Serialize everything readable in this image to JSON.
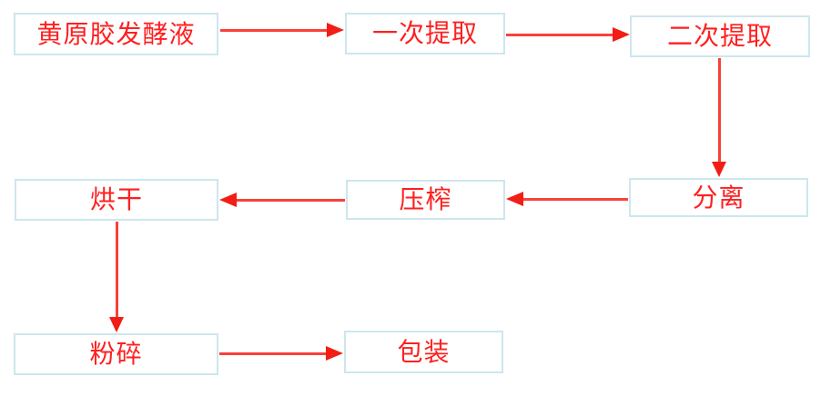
{
  "diagram": {
    "type": "flowchart",
    "background": "#ffffff"
  },
  "nodes": [
    {
      "id": "fermentation-broth",
      "label": "黄原胶发酵液"
    },
    {
      "id": "first-extraction",
      "label": "一次提取"
    },
    {
      "id": "second-extraction",
      "label": "二次提取"
    },
    {
      "id": "drying",
      "label": "烘干"
    },
    {
      "id": "pressing",
      "label": "压榨"
    },
    {
      "id": "separation",
      "label": "分离"
    },
    {
      "id": "crushing",
      "label": "粉碎"
    },
    {
      "id": "packaging",
      "label": "包装"
    }
  ],
  "edges": [
    {
      "from": "黄原胶发酵液",
      "to": "一次提取",
      "direction": "right"
    },
    {
      "from": "一次提取",
      "to": "二次提取",
      "direction": "right"
    },
    {
      "from": "二次提取",
      "to": "分离",
      "direction": "down"
    },
    {
      "from": "分离",
      "to": "压榨",
      "direction": "left"
    },
    {
      "from": "压榨",
      "to": "烘干",
      "direction": "left"
    },
    {
      "from": "烘干",
      "to": "粉碎",
      "direction": "down"
    },
    {
      "from": "粉碎",
      "to": "包装",
      "direction": "right"
    }
  ],
  "colors": {
    "node_border": "#cde6ee",
    "node_text": "#ff1f1f",
    "arrow": "#f21d14",
    "background": "#ffffff"
  }
}
